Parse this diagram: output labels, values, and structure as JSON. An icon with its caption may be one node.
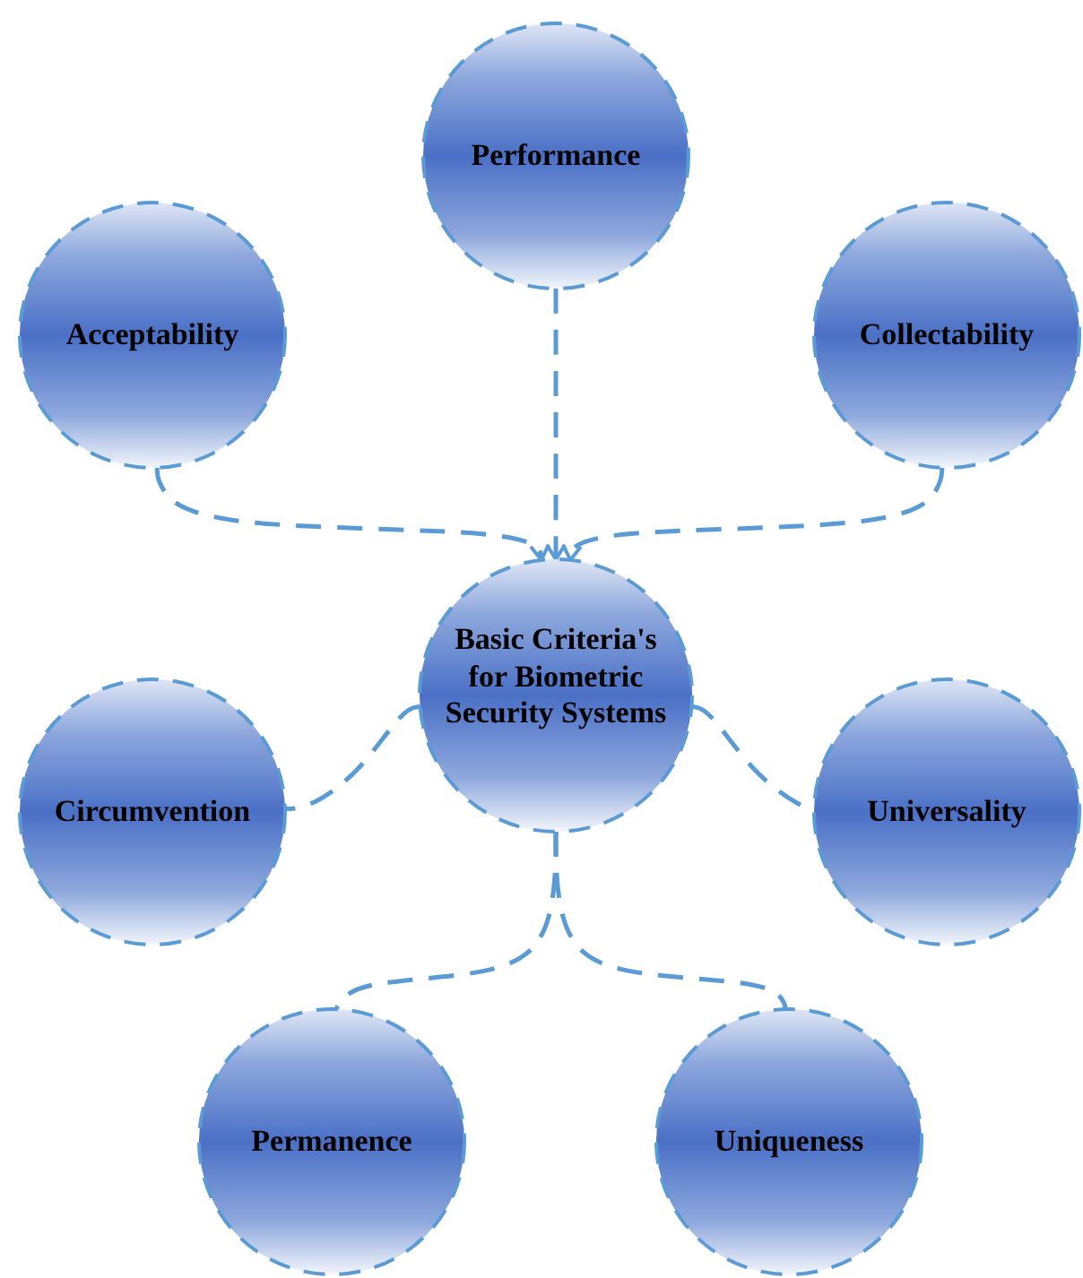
{
  "diagram": {
    "nodes": [
      {
        "text": [
          "Performance"
        ]
      },
      {
        "text": [
          "Acceptability"
        ]
      },
      {
        "text": [
          "Collectability"
        ]
      },
      {
        "text": [
          "Basic Criteria's for Biometric Security Systems"
        ]
      },
      {
        "text": [
          "Circumvention"
        ]
      },
      {
        "text": [
          "Universality"
        ]
      },
      {
        "text": [
          "Permanence"
        ]
      },
      {
        "text": [
          "Uniqueness"
        ]
      }
    ],
    "edges": [
      {
        "from": 0,
        "to": 3,
        "arrow": "to",
        "style": "dashed"
      },
      {
        "from": 1,
        "to": 3,
        "arrow": "to",
        "style": "dashed"
      },
      {
        "from": 2,
        "to": 3,
        "arrow": "to",
        "style": "dashed"
      },
      {
        "from": 3,
        "to": 4,
        "arrow": "none",
        "style": "dashed"
      },
      {
        "from": 3,
        "to": 5,
        "arrow": "none",
        "style": "dashed"
      },
      {
        "from": 3,
        "to": 6,
        "arrow": "none",
        "style": "dashed"
      },
      {
        "from": 3,
        "to": 7,
        "arrow": "none",
        "style": "dashed"
      }
    ]
  }
}
